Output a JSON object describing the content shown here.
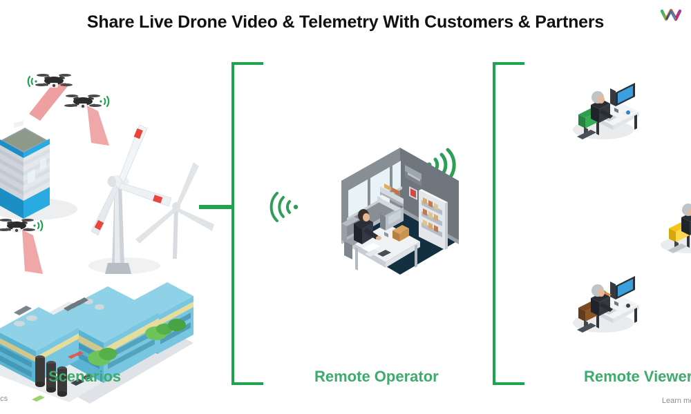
{
  "header": {
    "title": "Share Live Drone Video & Telemetry With Customers & Partners",
    "logo_icon": "rainbow-chevron-logo"
  },
  "sections": [
    {
      "id": "scenarios",
      "label": "Scenarios"
    },
    {
      "id": "remote-operator",
      "label": "Remote Operator"
    },
    {
      "id": "remote-viewers",
      "label": "Remote Viewer"
    }
  ],
  "captions": {
    "scenarios": "Scenarios",
    "remote_operator": "Remote Operator",
    "remote_viewers": "Remote Viewer"
  },
  "meta": {
    "bottom_left": "gcs",
    "bottom_right": "Learn mor"
  },
  "colors": {
    "accent_green": "#1ea34f",
    "caption_green": "#3faa6d",
    "title_black": "#111111",
    "drone_beam_red": "#e03a3a",
    "room_floor_navy": "#12303f",
    "background": "#ffffff"
  },
  "illustrations": {
    "scenarios": {
      "drones": [
        {
          "id": "drone-top",
          "beam": "red-scan-cone",
          "signal": "wifi-left"
        },
        {
          "id": "drone-middle",
          "beam": "red-scan-cone",
          "signal": "wifi-right"
        },
        {
          "id": "drone-lower",
          "beam": "red-scan-cone",
          "signal": "wifi-right"
        }
      ],
      "objects": [
        "isometric-office-tower",
        "wind-turbine-front",
        "wind-turbine-back",
        "isometric-industrial-complex"
      ]
    },
    "remote_operator": {
      "object": "isometric-office-room",
      "signals": [
        {
          "id": "wifi-incoming",
          "direction": "left"
        },
        {
          "id": "wifi-outgoing",
          "direction": "right"
        }
      ]
    },
    "remote_viewers": [
      {
        "id": "viewer-top",
        "chair_color": "#2f9e4f",
        "object": "person-at-desk-with-monitor"
      },
      {
        "id": "viewer-middle",
        "chair_color": "#f5c518",
        "object": "person-in-chair-cropped"
      },
      {
        "id": "viewer-bottom",
        "chair_color": "#7a4a22",
        "object": "person-at-desk-with-monitor"
      }
    ]
  }
}
